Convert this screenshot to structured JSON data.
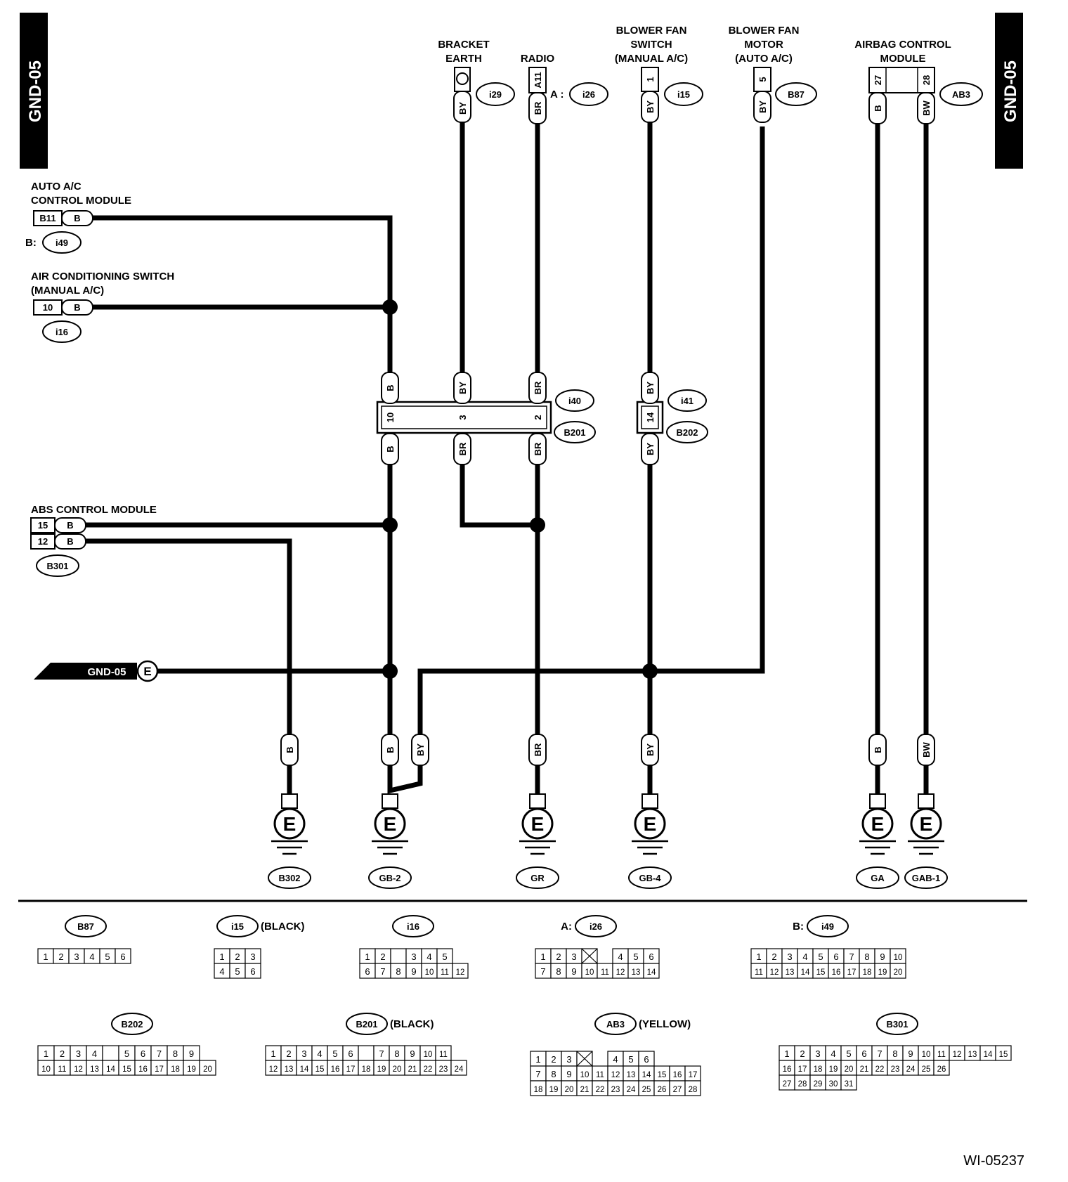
{
  "diagram_id": "WI-05237",
  "side_tab": "GND-05",
  "top_components": {
    "bracket_earth": {
      "label": [
        "BRACKET",
        "EARTH"
      ],
      "connector": "i29",
      "wire": "BY"
    },
    "radio": {
      "label": [
        "RADIO"
      ],
      "pin": "A11",
      "connector_prefix": "A :",
      "connector": "i26",
      "wire": "BR"
    },
    "blower_switch": {
      "label": [
        "BLOWER FAN",
        "SWITCH",
        "(MANUAL A/C)"
      ],
      "pin": "1",
      "connector": "i15",
      "wire": "BY"
    },
    "blower_motor": {
      "label": [
        "BLOWER FAN",
        "MOTOR",
        "(AUTO A/C)"
      ],
      "pin": "5",
      "connector": "B87",
      "wire": "BY"
    },
    "airbag": {
      "label": [
        "AIRBAG CONTROL",
        "MODULE"
      ],
      "pins": [
        "27",
        "28"
      ],
      "connector": "AB3",
      "wires": [
        "B",
        "BW"
      ]
    }
  },
  "left_components": {
    "auto_ac": {
      "label": [
        "AUTO A/C",
        "CONTROL MODULE"
      ],
      "pin": "B11",
      "wire": "B",
      "connector_prefix": "B:",
      "connector": "i49"
    },
    "ac_switch": {
      "label": [
        "AIR CONDITIONING SWITCH",
        "(MANUAL A/C)"
      ],
      "pin": "10",
      "wire": "B",
      "connector": "i16"
    },
    "abs": {
      "label": [
        "ABS CONTROL MODULE"
      ],
      "pins": [
        "15",
        "12"
      ],
      "wires": [
        "B",
        "B"
      ],
      "connector": "B301"
    }
  },
  "junction_connectors": {
    "j1": {
      "top": "i40",
      "bottom": "B201",
      "pins": [
        "10",
        "3",
        "2"
      ],
      "wires_top": [
        "B",
        "BY",
        "BR"
      ],
      "wires_bottom": [
        "B",
        "BR",
        "BR"
      ]
    },
    "j2": {
      "top": "i41",
      "bottom": "B202",
      "pin": "14",
      "wire_top": "BY",
      "wire_bottom": "BY"
    }
  },
  "gnd_bus": {
    "label": "GND-05",
    "symbol": "E"
  },
  "grounds": [
    {
      "wire": "B",
      "name": "B302"
    },
    {
      "wire": "B",
      "wire2": "BY",
      "name": "GB-2"
    },
    {
      "wire": "BR",
      "name": "GR"
    },
    {
      "wire": "BY",
      "name": "GB-4"
    },
    {
      "wire": "B",
      "name": "GA"
    },
    {
      "wire": "BW",
      "name": "GAB-1"
    }
  ],
  "ground_symbol": "E",
  "connector_views": {
    "B87": {
      "name": "B87",
      "rows": [
        [
          "1",
          "2",
          "3",
          "4",
          "5",
          "6"
        ]
      ]
    },
    "i15": {
      "name": "i15",
      "note": "(BLACK)",
      "rows": [
        [
          "1",
          "2",
          "3"
        ],
        [
          "4",
          "5",
          "6"
        ]
      ]
    },
    "i16": {
      "name": "i16",
      "rows": [
        [
          "1",
          "2",
          "",
          "3",
          "4",
          "5"
        ],
        [
          "6",
          "7",
          "8",
          "9",
          "10",
          "11",
          "12"
        ]
      ]
    },
    "i26": {
      "prefix": "A:",
      "name": "i26",
      "rows": [
        [
          "1",
          "2",
          "3",
          "X",
          "4",
          "5",
          "6"
        ],
        [
          "7",
          "8",
          "9",
          "10",
          "11",
          "12",
          "13",
          "14"
        ]
      ]
    },
    "i49": {
      "prefix": "B:",
      "name": "i49",
      "rows": [
        [
          "1",
          "2",
          "3",
          "4",
          "5",
          "6",
          "7",
          "8",
          "9",
          "10"
        ],
        [
          "11",
          "12",
          "13",
          "14",
          "15",
          "16",
          "17",
          "18",
          "19",
          "20"
        ]
      ]
    },
    "B202": {
      "name": "B202",
      "rows": [
        [
          "1",
          "2",
          "3",
          "4",
          "",
          "5",
          "6",
          "7",
          "8",
          "9"
        ],
        [
          "10",
          "11",
          "12",
          "13",
          "14",
          "15",
          "16",
          "17",
          "18",
          "19",
          "20"
        ]
      ]
    },
    "B201": {
      "name": "B201",
      "note": "(BLACK)",
      "rows": [
        [
          "1",
          "2",
          "3",
          "4",
          "5",
          "6",
          "",
          "7",
          "8",
          "9",
          "10",
          "11"
        ],
        [
          "12",
          "13",
          "14",
          "15",
          "16",
          "17",
          "18",
          "19",
          "20",
          "21",
          "22",
          "23",
          "24"
        ]
      ]
    },
    "AB3": {
      "name": "AB3",
      "note": "(YELLOW)",
      "rows": [
        [
          "1",
          "2",
          "3",
          "X",
          "4",
          "5",
          "6"
        ],
        [
          "7",
          "8",
          "9",
          "10",
          "11",
          "12",
          "13",
          "14",
          "15",
          "16",
          "17"
        ],
        [
          "18",
          "19",
          "20",
          "21",
          "22",
          "23",
          "24",
          "25",
          "26",
          "27",
          "28"
        ]
      ]
    },
    "B301": {
      "name": "B301",
      "rows": [
        [
          "1",
          "2",
          "3",
          "4",
          "5",
          "6",
          "7",
          "8",
          "9",
          "10",
          "11",
          "12",
          "13",
          "14",
          "15"
        ],
        [
          "16",
          "17",
          "18",
          "19",
          "20",
          "21",
          "22",
          "23",
          "24",
          "25",
          "26"
        ],
        [
          "27",
          "28",
          "29",
          "30",
          "31"
        ]
      ]
    }
  }
}
